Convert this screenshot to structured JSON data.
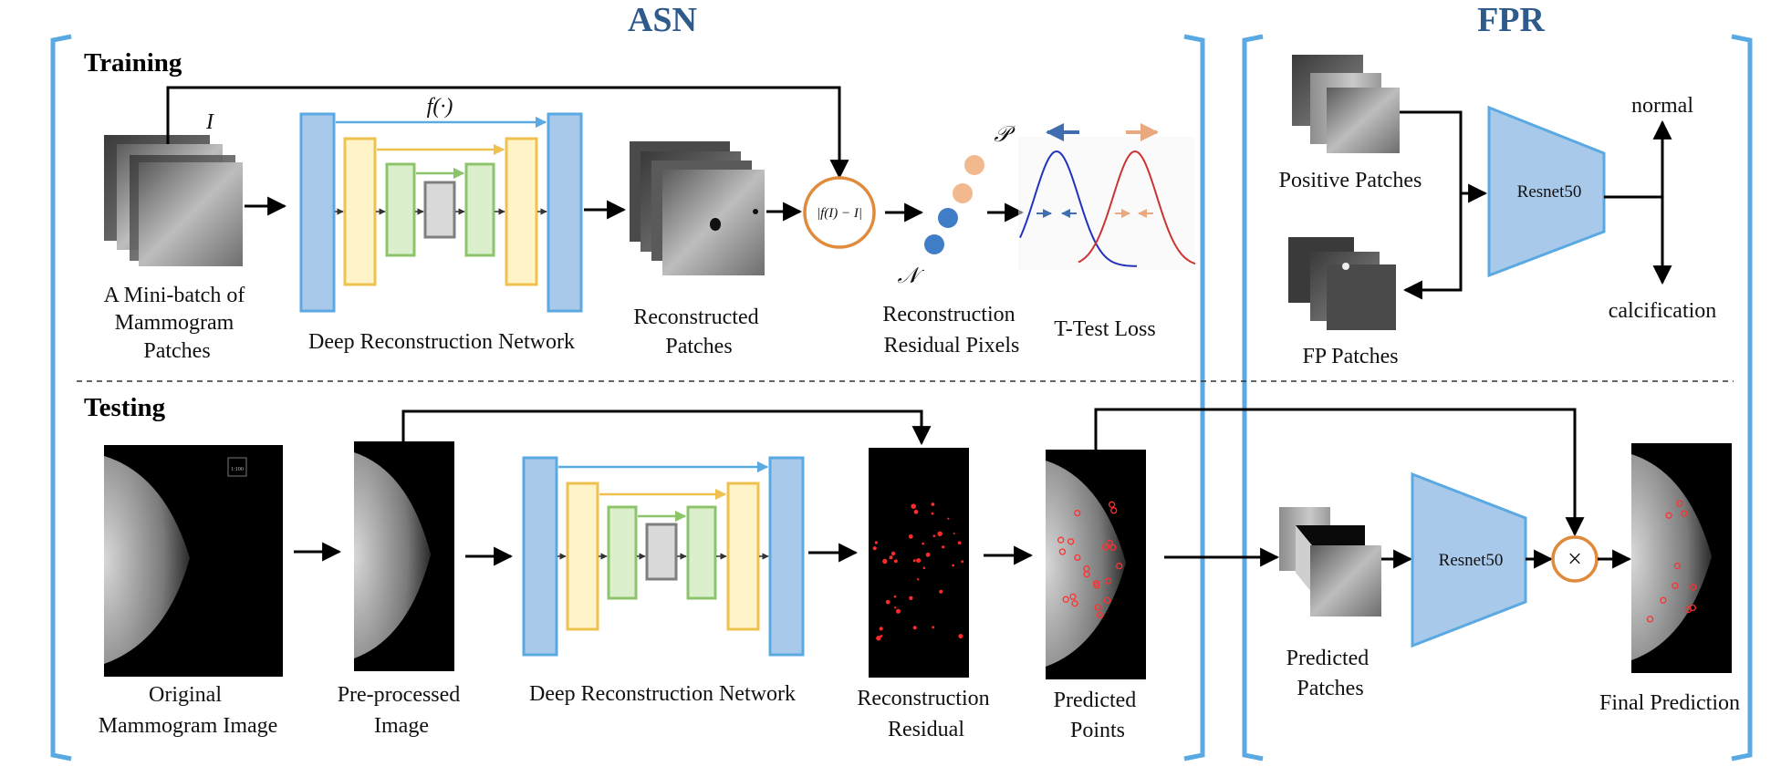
{
  "sections": {
    "asn": "ASN",
    "fpr": "FPR"
  },
  "rows": {
    "training": "Training",
    "testing": "Testing"
  },
  "training": {
    "input_symbol": "I",
    "input_label": [
      "A Mini-batch of",
      "Mammogram",
      "Patches"
    ],
    "function_label": "f(·)",
    "network_label": "Deep Reconstruction Network",
    "reconstructed_label": [
      "Reconstructed",
      "Patches"
    ],
    "residual_op": "|f(I) − I|",
    "residual_label": [
      "Reconstruction",
      "Residual Pixels"
    ],
    "p_symbol": "𝒫",
    "n_symbol": "𝒩",
    "ttest_label": "T-Test Loss"
  },
  "fpr_training": {
    "positive_label": "Positive Patches",
    "fp_label": "FP Patches",
    "resnet_label": "Resnet50",
    "normal_label": "normal",
    "calcification_label": "calcification"
  },
  "testing": {
    "original_label": [
      "Original",
      "Mammogram Image"
    ],
    "preprocessed_label": [
      "Pre-processed",
      "Image"
    ],
    "network_label": "Deep Reconstruction Network",
    "residual_label": [
      "Reconstruction",
      "Residual"
    ],
    "predicted_points_label": [
      "Predicted",
      "Points"
    ],
    "predicted_patches_label": [
      "Predicted",
      "Patches"
    ],
    "resnet_label": "Resnet50",
    "multiply_symbol": "×",
    "final_label": "Final Prediction",
    "scale_marker": "1:100"
  },
  "colors": {
    "blue_block": "#a9c9ea",
    "blue_stroke": "#5aa9e2",
    "yellow_block": "#fff3c8",
    "yellow_stroke": "#efc250",
    "green_block": "#dcefcc",
    "green_stroke": "#8cc46c",
    "gray_block": "#d9d9d9",
    "gray_stroke": "#7f7f7f",
    "orange_circle": "#e08a3c",
    "section_title": "#2e5a8c",
    "n_point": "#3f7dc7",
    "p_point": "#f2b98e",
    "n_curve": "#2233bb",
    "p_curve": "#cc3333",
    "residual_dot": "#ff2a2a"
  }
}
